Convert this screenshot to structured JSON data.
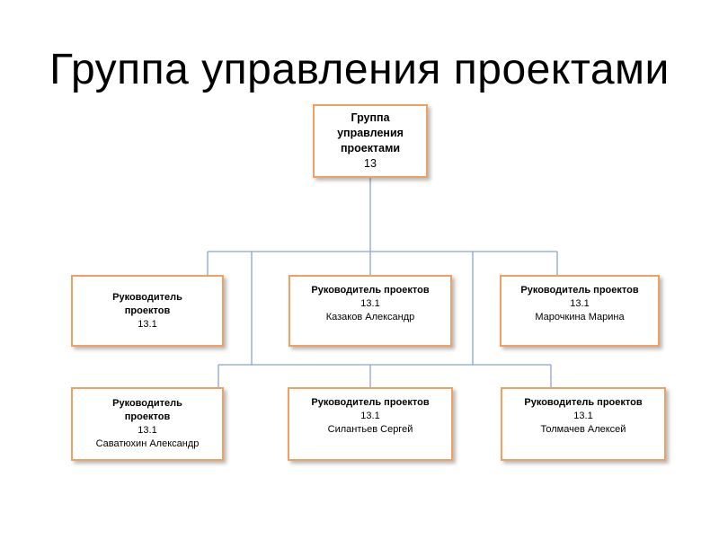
{
  "slide": {
    "title": "Группа управления проектами"
  },
  "org_chart": {
    "root": {
      "role_lines": [
        "Группа",
        "управления",
        "проектами"
      ],
      "code": "13"
    },
    "row1": [
      {
        "role_lines": [
          "Руководитель",
          "проектов"
        ],
        "code": "13.1",
        "person": ""
      },
      {
        "role_lines": [
          "Руководитель проектов"
        ],
        "code": "13.1",
        "person": "Казаков Александр"
      },
      {
        "role_lines": [
          "Руководитель проектов"
        ],
        "code": "13.1",
        "person": "Марочкина Марина"
      }
    ],
    "row2": [
      {
        "role_lines": [
          "Руководитель",
          "проектов"
        ],
        "code": "13.1",
        "person": "Саватюхин Александр"
      },
      {
        "role_lines": [
          "Руководитель проектов"
        ],
        "code": "13.1",
        "person": "Силантьев Сергей"
      },
      {
        "role_lines": [
          "Руководитель проектов"
        ],
        "code": "13.1",
        "person": "Толмачев Алексей"
      }
    ]
  },
  "colors": {
    "node_border": "#f0a060",
    "connector": "#8aa6cc"
  }
}
